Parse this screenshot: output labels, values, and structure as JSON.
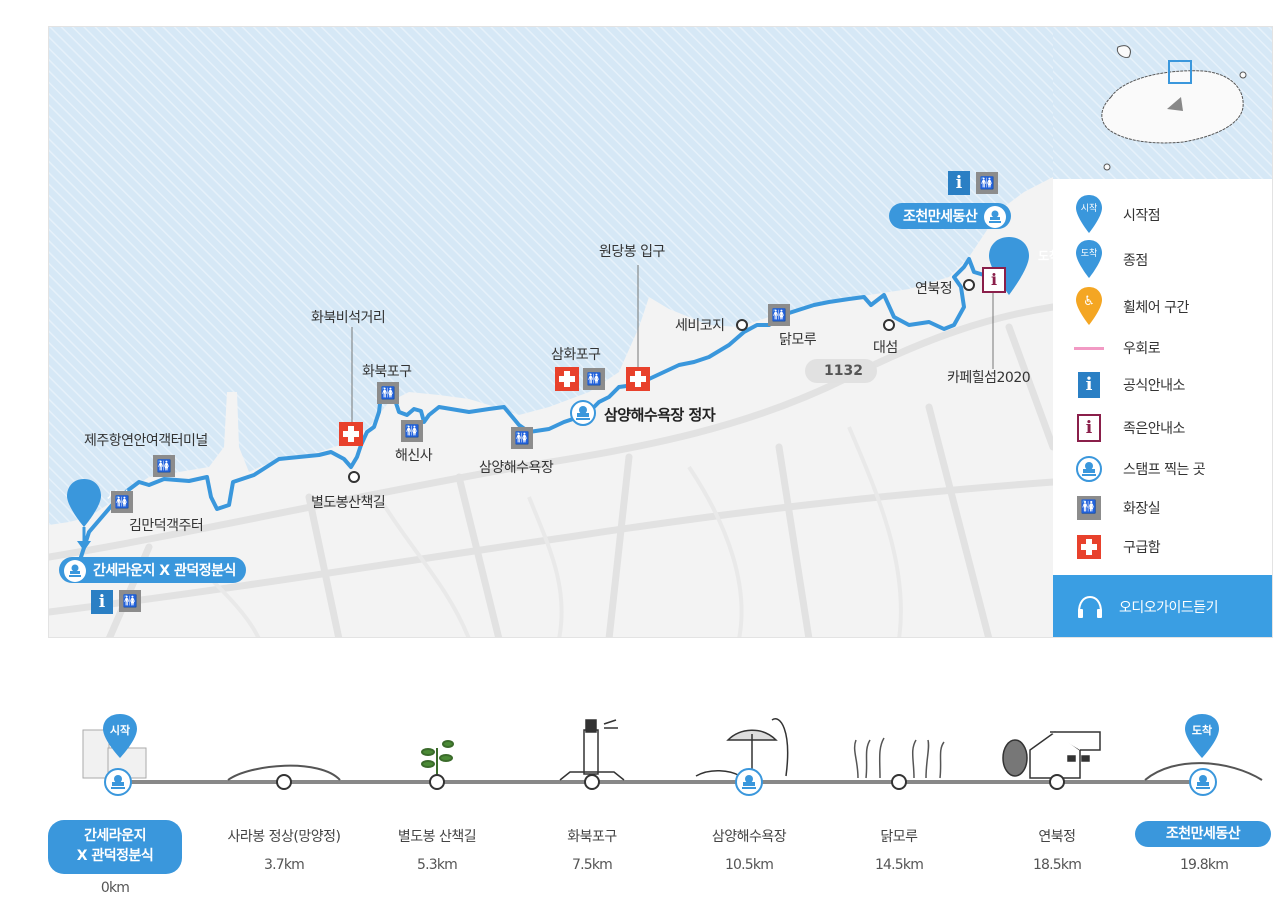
{
  "map": {
    "start_marker": "시작",
    "end_marker": "도착",
    "road_number": "1132",
    "places": {
      "start_stamp": "간세라운지 X 관덕정분식",
      "end_stamp": "조천만세동산",
      "samyang_stamp": "삼양해수욕장 정자",
      "ferry_terminal": "제주항연안여객터미널",
      "kimmandeok": "김만덕객주터",
      "hwabuk_stone": "화북비석거리",
      "hwabuk_port": "화북포구",
      "haesinsa": "해신사",
      "byeoldobong": "별도봉산책길",
      "samyang_beach": "삼양해수욕장",
      "samhwa_port": "삼화포구",
      "wondangbong": "원당봉 입구",
      "sebikoji": "세비코지",
      "dakmoru": "닭모루",
      "daeseom": "대섬",
      "yeonbukjeong": "연북정",
      "cafe": "카페힐섬2020"
    }
  },
  "legend": {
    "items": [
      {
        "icon": "start-marker-icon",
        "mark": "시작",
        "label": "시작점"
      },
      {
        "icon": "end-marker-icon",
        "mark": "도착",
        "label": "종점"
      },
      {
        "icon": "wheelchair-icon",
        "label": "휠체어 구간"
      },
      {
        "icon": "detour-line-icon",
        "label": "우회로"
      },
      {
        "icon": "official-info-icon",
        "label": "공식안내소"
      },
      {
        "icon": "small-info-icon",
        "label": "족은안내소"
      },
      {
        "icon": "stamp-icon",
        "label": "스탬프 찍는 곳"
      },
      {
        "icon": "restroom-icon",
        "label": "화장실"
      },
      {
        "icon": "first-aid-icon",
        "label": "구급함"
      }
    ],
    "audio_guide": "오디오가이드듣기"
  },
  "timeline": {
    "start_marker": "시작",
    "end_marker": "도착",
    "stops": [
      {
        "name": "간세라운지\nX 관덕정분식",
        "distance": "0km",
        "highlight": true
      },
      {
        "name": "사라봉 정상(망양정)",
        "distance": "3.7km"
      },
      {
        "name": "별도봉 산책길",
        "distance": "5.3km"
      },
      {
        "name": "화북포구",
        "distance": "7.5km"
      },
      {
        "name": "삼양해수욕장",
        "distance": "10.5km"
      },
      {
        "name": "닭모루",
        "distance": "14.5km"
      },
      {
        "name": "연북정",
        "distance": "18.5km"
      },
      {
        "name": "조천만세동산",
        "distance": "19.8km",
        "highlight": true
      }
    ]
  },
  "colors": {
    "route": "#3a97dc",
    "sea": "#d7e9f7",
    "land": "#f4f4f4",
    "first_aid": "#e8412c",
    "restroom": "#8c8c8c",
    "small_info": "#8a1f4a",
    "wheelchair": "#f4a623",
    "detour": "#f29ac4"
  }
}
